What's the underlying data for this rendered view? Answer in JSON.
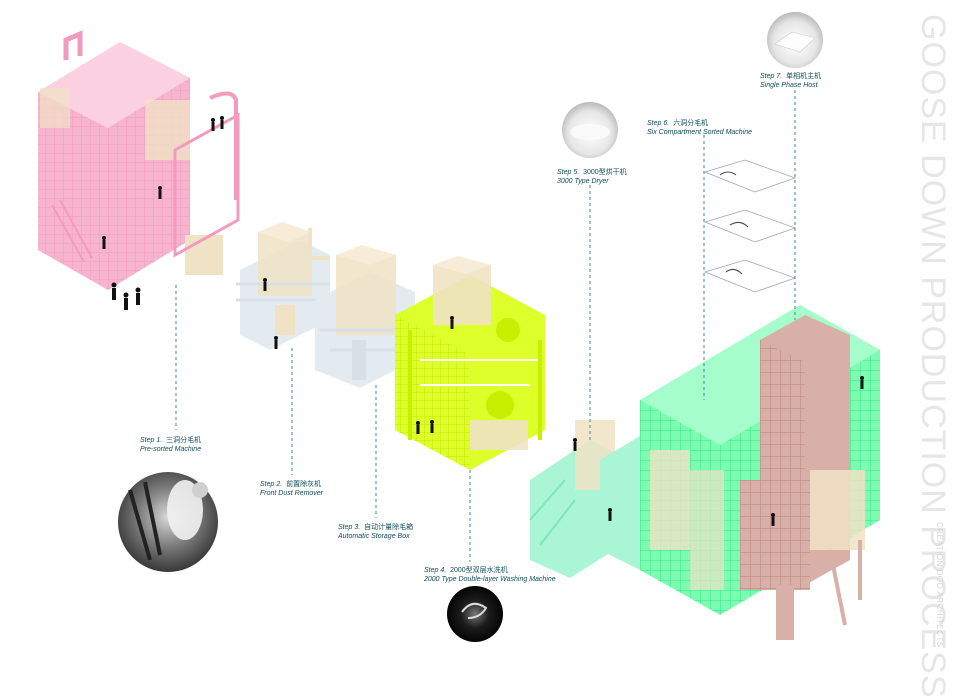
{
  "title": "GOOSE DOWN PRODUCTION PROCESS",
  "subtitle": "CREATION DOO ARCHITECTS",
  "steps": [
    {
      "label": "Step 1.",
      "cn": "三洞分毛机",
      "en": "Pre-sorted  Machine"
    },
    {
      "label": "Step 2.",
      "cn": "前置除灰机",
      "en": "Front Dust Remover"
    },
    {
      "label": "Step 3.",
      "cn": "自动计量除毛箱",
      "en": "Automatic Storage Box"
    },
    {
      "label": "Step 4.",
      "cn": "2000型双层水洗机",
      "en": "2000 Type Double-layer Washing Machine"
    },
    {
      "label": "Step 5.",
      "cn": "3000型烘干机",
      "en": "3000 Type Dryer"
    },
    {
      "label": "Step 6.",
      "cn": "六洞分毛机",
      "en": "Six Compartment Sorted  Machine"
    },
    {
      "label": "Step 7.",
      "cn": "单相机主机",
      "en": "Single Phase Host"
    }
  ],
  "colors": {
    "pink": "#f7b4cf",
    "beige": "#f0e2c4",
    "grey_blue": "#d7e0e6",
    "lime": "#ddff2a",
    "mint": "#7dfcb1",
    "teal_light": "#a9f5d6",
    "mauve": "#d9b0a8",
    "leader": "#3f8a8e",
    "text": "#0f4c5c"
  }
}
